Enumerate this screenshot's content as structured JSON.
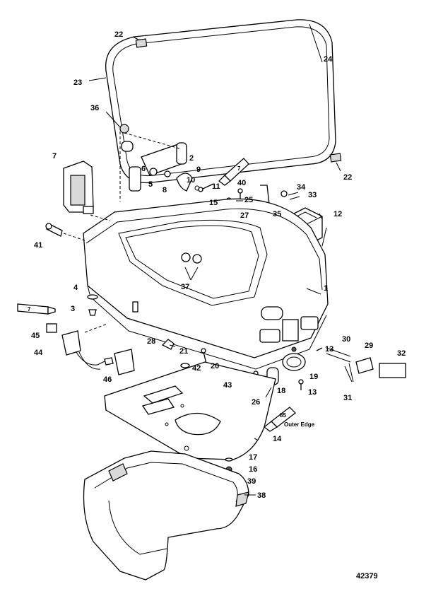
{
  "diagram": {
    "figure_number": "42379",
    "note_outer_edge": "Outer Edge",
    "tube_labels": {
      "sealant_top": "7",
      "sealant_left": "7",
      "adhesive_right": "85"
    },
    "callouts": [
      {
        "id": "c1",
        "label": "1"
      },
      {
        "id": "c2",
        "label": "2"
      },
      {
        "id": "c3",
        "label": "3"
      },
      {
        "id": "c4",
        "label": "4"
      },
      {
        "id": "c5",
        "label": "5"
      },
      {
        "id": "c6",
        "label": "6"
      },
      {
        "id": "c7",
        "label": "7"
      },
      {
        "id": "c8",
        "label": "8"
      },
      {
        "id": "c9",
        "label": "9"
      },
      {
        "id": "c10",
        "label": "10"
      },
      {
        "id": "c11",
        "label": "11"
      },
      {
        "id": "c12",
        "label": "12"
      },
      {
        "id": "c13a",
        "label": "13"
      },
      {
        "id": "c13b",
        "label": "13"
      },
      {
        "id": "c14",
        "label": "14"
      },
      {
        "id": "c15",
        "label": "15"
      },
      {
        "id": "c16",
        "label": "16"
      },
      {
        "id": "c17",
        "label": "17"
      },
      {
        "id": "c18",
        "label": "18"
      },
      {
        "id": "c19",
        "label": "19"
      },
      {
        "id": "c20",
        "label": "20"
      },
      {
        "id": "c21",
        "label": "21"
      },
      {
        "id": "c22a",
        "label": "22"
      },
      {
        "id": "c22b",
        "label": "22"
      },
      {
        "id": "c23",
        "label": "23"
      },
      {
        "id": "c24",
        "label": "24"
      },
      {
        "id": "c25",
        "label": "25"
      },
      {
        "id": "c26",
        "label": "26"
      },
      {
        "id": "c27",
        "label": "27"
      },
      {
        "id": "c28",
        "label": "28"
      },
      {
        "id": "c29",
        "label": "29"
      },
      {
        "id": "c30",
        "label": "30"
      },
      {
        "id": "c31",
        "label": "31"
      },
      {
        "id": "c32",
        "label": "32"
      },
      {
        "id": "c33",
        "label": "33"
      },
      {
        "id": "c34",
        "label": "34"
      },
      {
        "id": "c35",
        "label": "35"
      },
      {
        "id": "c36",
        "label": "36"
      },
      {
        "id": "c37",
        "label": "37"
      },
      {
        "id": "c38",
        "label": "38"
      },
      {
        "id": "c39",
        "label": "39"
      },
      {
        "id": "c40",
        "label": "40"
      },
      {
        "id": "c41",
        "label": "41"
      },
      {
        "id": "c42",
        "label": "42"
      },
      {
        "id": "c43",
        "label": "43"
      },
      {
        "id": "c44",
        "label": "44"
      },
      {
        "id": "c45",
        "label": "45"
      },
      {
        "id": "c46",
        "label": "46"
      }
    ]
  }
}
